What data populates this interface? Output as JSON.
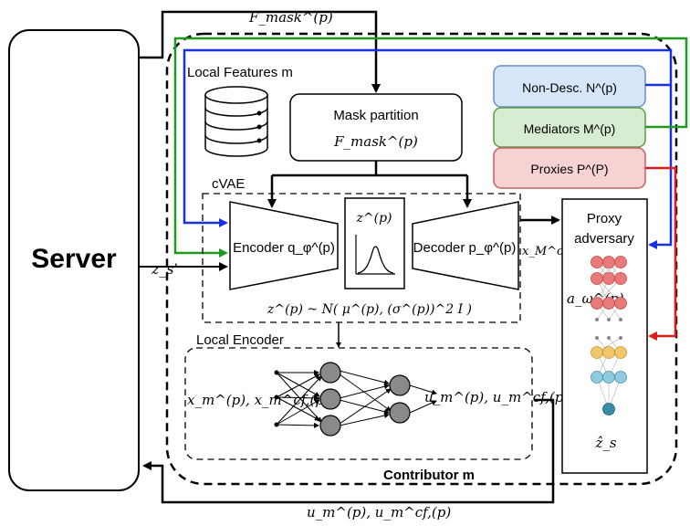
{
  "server": {
    "label": "Server"
  },
  "local_features": {
    "label": "Local Features m"
  },
  "mask_partition": {
    "title": "Mask partition",
    "symbol": "F_mask^(p)"
  },
  "cvae": {
    "label": "cVAE",
    "encoder": "Encoder q_φ^(p)",
    "decoder": "Decoder p_φ^(p)",
    "latent": "z^(p)",
    "distribution": "z^(p) ~ N( μ^(p), (σ^(p))^2 I )"
  },
  "attributes": [
    {
      "key": "nondesc",
      "label": "Non-Desc. N^(p)",
      "fill": "#d6e6f8",
      "stroke": "#6a8fc0"
    },
    {
      "key": "mediators",
      "label": "Mediators M^(p)",
      "fill": "#d8ecd2",
      "stroke": "#5a9a4a"
    },
    {
      "key": "proxies",
      "label": "Proxies P^(P)",
      "fill": "#f6d2d2",
      "stroke": "#c06060"
    }
  ],
  "proxy_adversary": {
    "title_line1": "Proxy",
    "title_line2": "adversary",
    "weights": "a_ω^(p)",
    "output": "ẑ_s"
  },
  "local_encoder": {
    "label": "Local Encoder",
    "inputs": "x_m^(p), x_m^cf,(p)",
    "outputs": "u_m^(p), u_m^cf,(p)"
  },
  "contributor": {
    "label": "Contributor  m"
  },
  "edges": {
    "top_mask": "F_mask^(p)",
    "z_s_prime": "z_s'",
    "bottom_u": "u_m^(p), u_m^cf,(p)",
    "cf_output": "x_M^cf,(p)"
  },
  "colors": {
    "blue": "#1a2fe0",
    "green": "#1f9a1f",
    "red": "#e01b1b",
    "node_gray": "#8a8a8a",
    "adv_red": "#e87a7a",
    "adv_yellow": "#f2c66a",
    "adv_blue": "#8ecbe0",
    "adv_teal": "#3a8aaa"
  }
}
